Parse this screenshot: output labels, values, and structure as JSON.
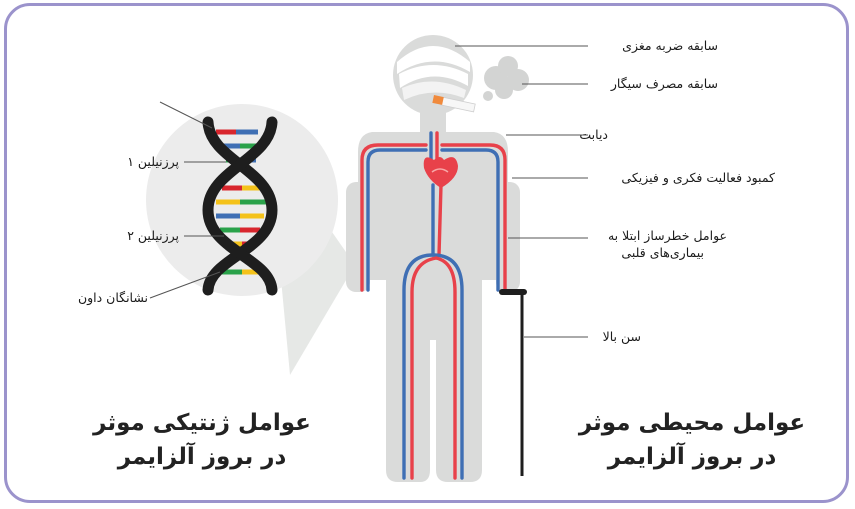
{
  "environmental": {
    "title_line1": "عوامل محیطی موثر",
    "title_line2": "در بروز آلزایمر",
    "labels": [
      {
        "id": "head-injury",
        "text": "سابقه ضربه مغزی"
      },
      {
        "id": "smoking",
        "text": "سابقه مصرف سیگار"
      },
      {
        "id": "diabetes",
        "text": "دیابت"
      },
      {
        "id": "inactivity",
        "text": "کمبود فعالیت فکری و فیزیکی"
      },
      {
        "id": "heart-risk",
        "text": "عوامل خطرساز ابتلا به",
        "text2": "بیماری‌های قلبی"
      },
      {
        "id": "old-age",
        "text": "سن بالا"
      }
    ]
  },
  "genetic": {
    "title_line1": "عوامل ژنتیکی موثر",
    "title_line2": "در بروز آلزایمر",
    "labels": [
      {
        "id": "presenilin-1",
        "text": "پرزنیلین ۱"
      },
      {
        "id": "presenilin-2",
        "text": "پرزنیلین ۲"
      },
      {
        "id": "down-syndrome",
        "text": "نشانگان داون"
      }
    ]
  },
  "colors": {
    "frame": "#9b93cc",
    "body": "#dadbda",
    "artery": "#e8414a",
    "vein": "#3f6fb4",
    "dna_strand": "#1e1e1e"
  }
}
